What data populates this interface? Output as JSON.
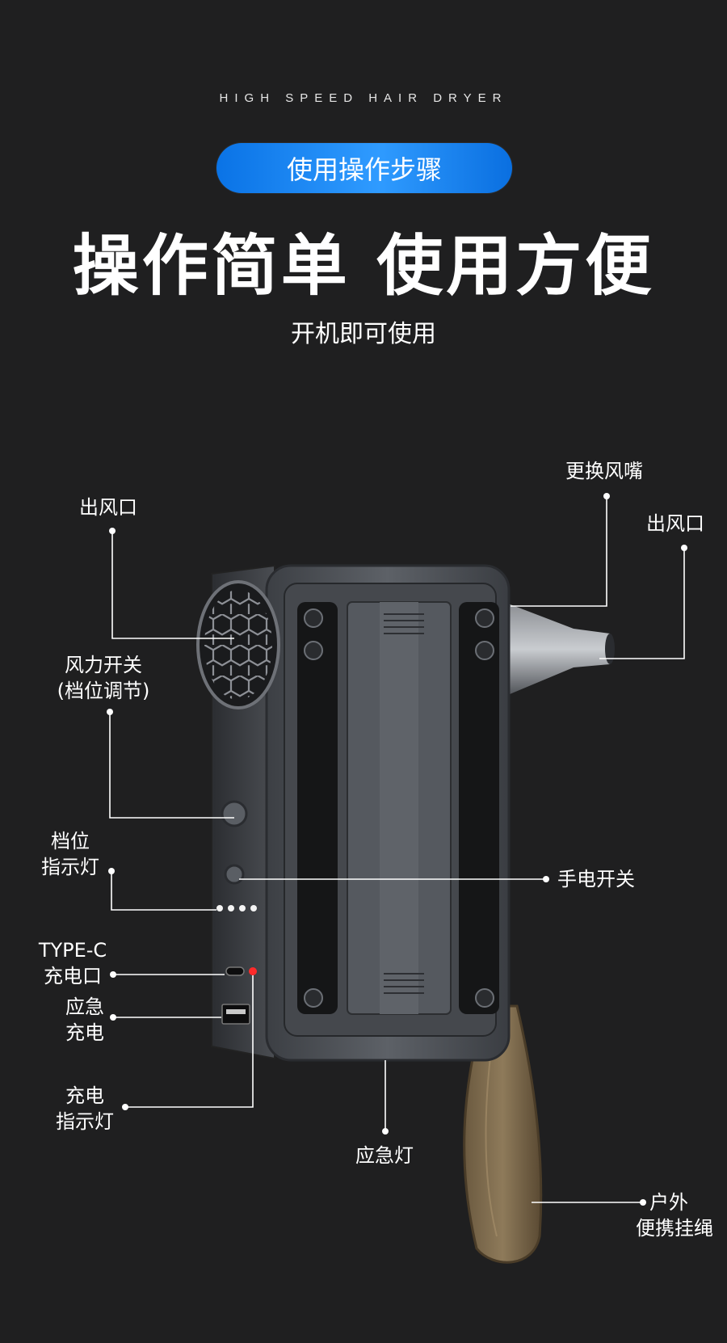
{
  "header": {
    "tagline": "HIGH SPEED HAIR DRYER",
    "badge": "使用操作步骤",
    "headline": "操作简单 使用方便",
    "subheadline": "开机即可使用"
  },
  "labels": {
    "air_outlet_left": "出风口",
    "replace_nozzle": "更换风嘴",
    "air_outlet_right": "出风口",
    "wind_switch_line1": "风力开关",
    "wind_switch_line2": "(档位调节)",
    "gear_indicator_line1": "档位",
    "gear_indicator_line2": "指示灯",
    "flashlight_switch": "手电开关",
    "typec_line1": "TYPE-C",
    "typec_line2": "充电口",
    "emergency_charge_line1": "应急",
    "emergency_charge_line2": "充电",
    "charge_indicator_line1": "充电",
    "charge_indicator_line2": "指示灯",
    "emergency_light": "应急灯",
    "lanyard_line1": "户外",
    "lanyard_line2": "便携挂绳"
  },
  "colors": {
    "background": "#1f1f20",
    "badge_blue": "#1a86f2",
    "charge_led": "#ff2a2a"
  },
  "icons": [
    "hex-grille-icon",
    "nozzle-icon",
    "usb-c-port-icon",
    "usb-a-port-icon",
    "led-indicator-icon"
  ]
}
